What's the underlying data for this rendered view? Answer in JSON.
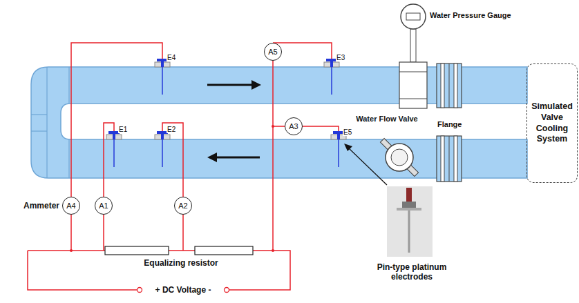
{
  "diagram": {
    "nodes": [
      {
        "text": [
          "A5"
        ]
      },
      {
        "text": [
          "A3"
        ]
      },
      {
        "text": [
          "Simulated Valve Cooling System"
        ]
      },
      {
        "text": [
          "A4"
        ]
      },
      {
        "text": [
          "A1"
        ]
      },
      {
        "text": [
          "A2"
        ]
      }
    ],
    "labels": [
      "E4",
      "E3",
      "E1",
      "E2",
      "E5",
      "Water Pressure Gauge",
      "Water Flow Valve",
      "Flange",
      "Ammeter",
      "Equalizing resistor",
      "+ DC Voltage -",
      "Pin-type platinum electrodes"
    ]
  }
}
